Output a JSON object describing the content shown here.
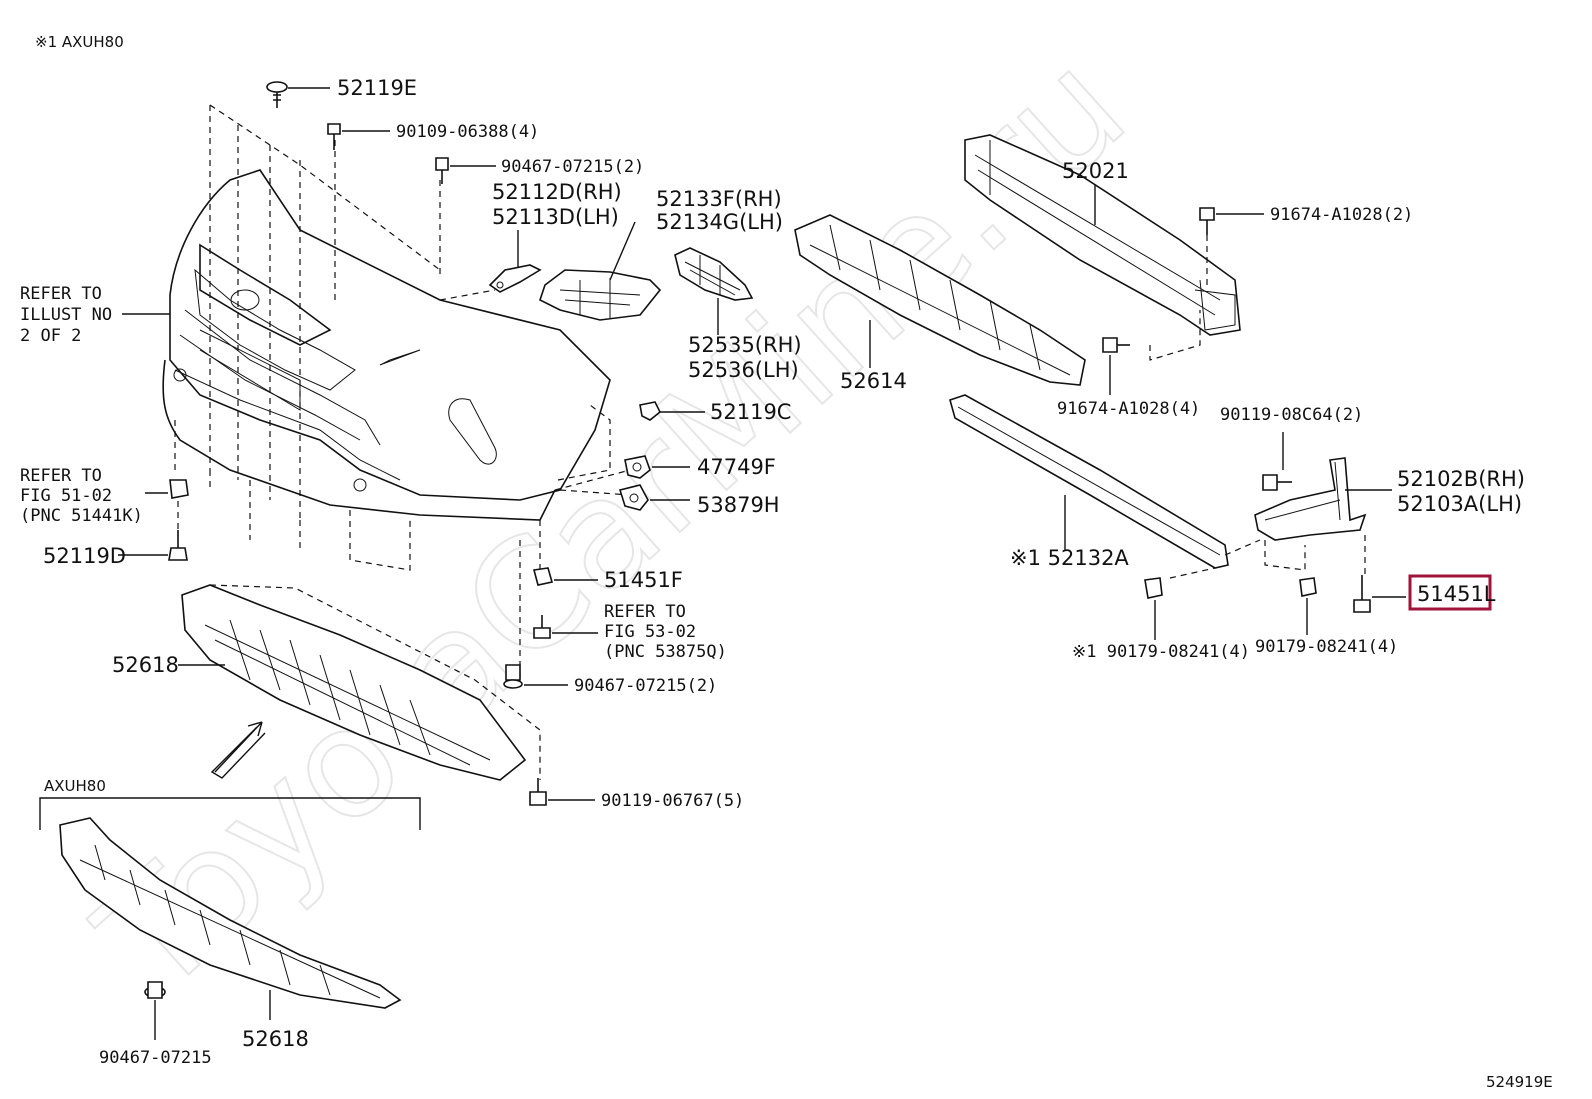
{
  "header": {
    "note": "※1 AXUH80"
  },
  "watermark": "ToyotaCarMine.ru",
  "figure_id": "524919E",
  "section_label": "AXUH80",
  "labels": {
    "p52119E": "52119E",
    "p90109": "90109-06388(4)",
    "p90467_top": "90467-07215(2)",
    "p52112D": "52112D(RH)",
    "p52113D": "52113D(LH)",
    "p52133F": "52133F(RH)",
    "p52134G": "52134G(LH)",
    "p52535": "52535(RH)",
    "p52536": "52536(LH)",
    "refer_illust_1": "REFER TO",
    "refer_illust_2": "ILLUST NO",
    "refer_illust_3": "2 OF 2",
    "p52119C": "52119C",
    "p47749F": "47749F",
    "p53879H": "53879H",
    "refer_fig51_1": "REFER TO",
    "refer_fig51_2": "FIG 51-02",
    "refer_fig51_3": "(PNC 51441K)",
    "p52119D": "52119D",
    "p51451F": "51451F",
    "refer_fig53_1": "REFER TO",
    "refer_fig53_2": "FIG 53-02",
    "refer_fig53_3": "(PNC 53875Q)",
    "p52618_a": "52618",
    "p90467_mid": "90467-07215(2)",
    "p90119_06767": "90119-06767(5)",
    "p52618_b": "52618",
    "p90467_bot": "90467-07215",
    "p52021": "52021",
    "p91674_2": "91674-A1028(2)",
    "p52614": "52614",
    "p91674_4": "91674-A1028(4)",
    "p90119_08c64": "90119-08C64(2)",
    "p52102B": "52102B(RH)",
    "p52103A": "52103A(LH)",
    "p52132A": "※1 52132A",
    "p51451L": "51451L",
    "p90179_a": "※1 90179-08241(4)",
    "p90179_b": "90179-08241(4)"
  },
  "highlight": {
    "part": "51451L",
    "color": "#a0133a"
  }
}
